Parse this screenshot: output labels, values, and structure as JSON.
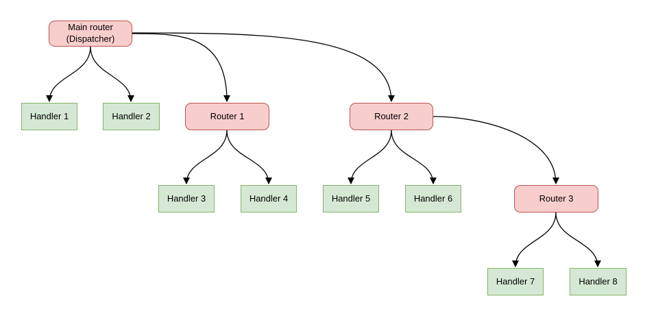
{
  "diagram": {
    "colors": {
      "background": "#ffffff",
      "router_fill": "#f8cecc",
      "router_stroke": "#b85450",
      "handler_fill": "#d5e8d4",
      "handler_stroke": "#82b366",
      "edge_stroke": "#000000"
    },
    "nodes": [
      {
        "id": "main-router",
        "type": "router",
        "label": "Main router\n(Dispatcher)"
      },
      {
        "id": "handler-1",
        "type": "handler",
        "label": "Handler 1"
      },
      {
        "id": "handler-2",
        "type": "handler",
        "label": "Handler 2"
      },
      {
        "id": "router-1",
        "type": "router",
        "label": "Router 1"
      },
      {
        "id": "router-2",
        "type": "router",
        "label": "Router 2"
      },
      {
        "id": "handler-3",
        "type": "handler",
        "label": "Handler 3"
      },
      {
        "id": "handler-4",
        "type": "handler",
        "label": "Handler 4"
      },
      {
        "id": "handler-5",
        "type": "handler",
        "label": "Handler 5"
      },
      {
        "id": "handler-6",
        "type": "handler",
        "label": "Handler 6"
      },
      {
        "id": "router-3",
        "type": "router",
        "label": "Router 3"
      },
      {
        "id": "handler-7",
        "type": "handler",
        "label": "Handler 7"
      },
      {
        "id": "handler-8",
        "type": "handler",
        "label": "Handler 8"
      }
    ],
    "edges": [
      {
        "from": "main-router",
        "to": "handler-1"
      },
      {
        "from": "main-router",
        "to": "handler-2"
      },
      {
        "from": "main-router",
        "to": "router-1"
      },
      {
        "from": "main-router",
        "to": "router-2"
      },
      {
        "from": "router-1",
        "to": "handler-3"
      },
      {
        "from": "router-1",
        "to": "handler-4"
      },
      {
        "from": "router-2",
        "to": "handler-5"
      },
      {
        "from": "router-2",
        "to": "handler-6"
      },
      {
        "from": "router-2",
        "to": "router-3"
      },
      {
        "from": "router-3",
        "to": "handler-7"
      },
      {
        "from": "router-3",
        "to": "handler-8"
      }
    ]
  }
}
